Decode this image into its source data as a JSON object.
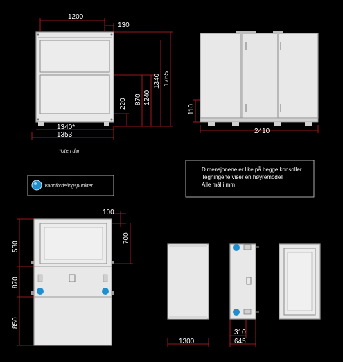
{
  "colors": {
    "line": "#9a9a9a",
    "dim_line": "#c8202c",
    "panel": "#e8e8e8",
    "frame": "#bdbdbd",
    "water_dot": "#1f8ecf"
  },
  "top_left_view": {
    "dim_top_width": "1200",
    "dim_top_offset": "130",
    "dim_bottom_width": "1340*",
    "dim_overall_width": "1353",
    "dim_h_220": "220",
    "dim_h_870": "870",
    "dim_h_1240": "1240",
    "dim_h_1340": "1340",
    "dim_h_1765": "1765",
    "caption": "*Uten dør"
  },
  "top_right_view": {
    "dim_width": "2410",
    "dim_height": "110"
  },
  "legend": {
    "label": "Vannfordelingspunkter",
    "icon": "water-point-icon"
  },
  "notes": {
    "line1": "Dimensjonene er like på begge konsoller.",
    "line2": "Tegningene viser en høyremodell",
    "line3": "Alle mål i mm"
  },
  "bottom_left_view": {
    "dim_100": "100",
    "dim_700": "700",
    "dim_530": "530",
    "dim_870": "870",
    "dim_850": "850"
  },
  "bottom_right_views": {
    "dim_width_left": "1300",
    "dim_width_mid": "645",
    "dim_offset_mid": "310"
  }
}
